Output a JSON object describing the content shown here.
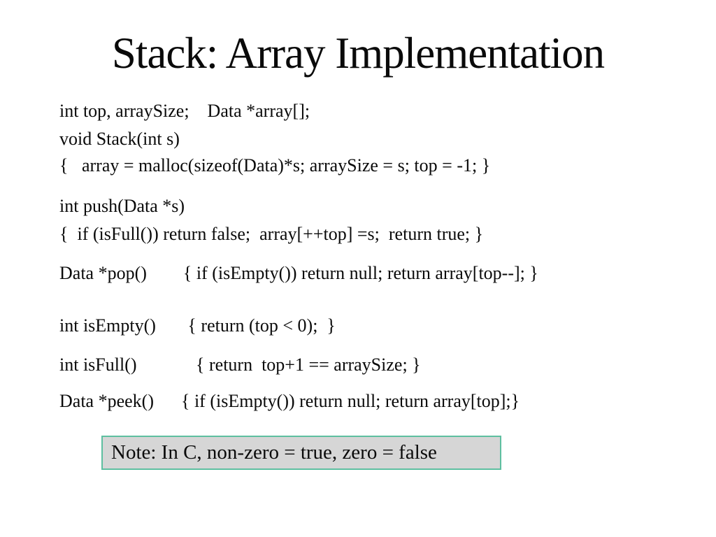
{
  "slide": {
    "title": "Stack: Array Implementation",
    "code_lines": [
      "int top, arraySize;    Data *array[];",
      "void Stack(int s)",
      "{   array = malloc(sizeof(Data)*s; arraySize = s; top = -1; }",
      "int push(Data *s)",
      "{  if (isFull()) return false;  array[++top] =s;  return true; }",
      "Data *pop()        { if (isEmpty()) return null; return array[top--]; }",
      "int isEmpty()       { return (top < 0);  }",
      "int isFull()             { return  top+1 == arraySize; }",
      "Data *peek()      { if (isEmpty()) return null; return array[top];}"
    ],
    "note": "Note: In C, non-zero = true, zero = false",
    "colors": {
      "background": "#ffffff",
      "text": "#0a0a0a",
      "note_fill": "#d6d6d6",
      "note_border": "#5ebfa0"
    }
  }
}
